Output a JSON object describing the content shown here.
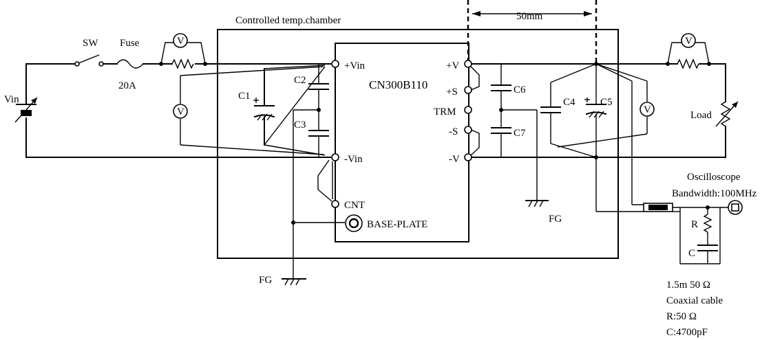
{
  "labels": {
    "chamber": "Controlled temp.chamber",
    "distance": "50mm",
    "sw": "SW",
    "fuse": "Fuse",
    "fuse_rating": "20A",
    "vin_source": "Vin",
    "voltmeter": "V",
    "c1": "C1",
    "c2": "C2",
    "c3": "C3",
    "c4": "C4",
    "c5": "C5",
    "c6": "C6",
    "c7": "C7",
    "pin_vin_plus": "+Vin",
    "pin_vin_minus": "-Vin",
    "pin_cnt": "CNT",
    "pin_base_plate": "BASE-PLATE",
    "pin_v_plus": "+V",
    "pin_s_plus": "+S",
    "pin_trm": "TRM",
    "pin_s_minus": "-S",
    "pin_v_minus": "-V",
    "module": "CN300B110",
    "fg": "FG",
    "load": "Load",
    "osc_title": "Oscilloscope",
    "osc_bandwidth": "Bandwidth:100MHz",
    "r": "R",
    "c": "C",
    "note_cable": "1.5m  50 Ω",
    "note_coax": "Coaxial cable",
    "note_r": "R:50 Ω",
    "note_c": "C:4700pF"
  }
}
